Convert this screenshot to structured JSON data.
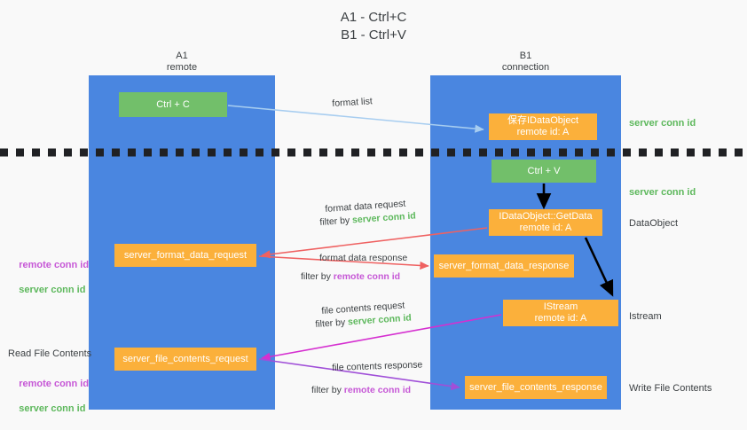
{
  "title": "A1 - Ctrl+C\nB1 - Ctrl+V",
  "columns": {
    "a1": {
      "name": "A1",
      "role": "remote",
      "header": "A1\nremote"
    },
    "b1": {
      "name": "B1",
      "role": "connection",
      "header": "B1\nconnection"
    }
  },
  "boxes": {
    "ctrl_c": {
      "label": "Ctrl + C",
      "color": "#72bf6a"
    },
    "ctrl_v": {
      "label": "Ctrl + V",
      "color": "#72bf6a"
    },
    "idataobject": {
      "label": "保存IDataObject\nremote id: A",
      "color": "#fbb03b"
    },
    "getdata": {
      "label": "IDataObject::GetData\nremote id: A",
      "color": "#fbb03b"
    },
    "istream": {
      "label": "IStream\nremote id: A",
      "color": "#fbb03b"
    },
    "server_format_data_request": {
      "label": "server_format_data_request",
      "color": "#fbb03b"
    },
    "server_format_data_response": {
      "label": "server_format_data_response",
      "color": "#fbb03b"
    },
    "server_file_contents_request": {
      "label": "server_file_contents_request",
      "color": "#fbb03b"
    },
    "server_file_contents_response": {
      "label": "server_file_contents_response",
      "color": "#fbb03b"
    }
  },
  "side_labels": {
    "server_conn_id_1": "server conn id",
    "server_conn_id_2": "server conn id",
    "dataobject": "DataObject",
    "istream": "Istream",
    "write_file_contents": "Write File Contents",
    "read_file_contents": "Read File Contents",
    "remote_conn_id": "remote conn id",
    "server_conn_id": "server conn id"
  },
  "captions": {
    "format_list": "format list",
    "format_data_request": "format data request",
    "format_data_request_filter_prefix": "filter by ",
    "format_data_request_filter_key": "server conn id",
    "format_data_response": "format data response",
    "format_data_response_filter_prefix": "filter by ",
    "format_data_response_filter_key": "remote conn id",
    "file_contents_request": "file contents request",
    "file_contents_request_filter_prefix": "filter by ",
    "file_contents_request_filter_key": "server conn id",
    "file_contents_response": "file contents response",
    "file_contents_response_filter_prefix": "filter by ",
    "file_contents_response_filter_key": "remote conn id"
  },
  "colors": {
    "lane": "#4a86e0",
    "green": "#72bf6a",
    "orange": "#fbb03b",
    "server_key": "#5db85c",
    "remote_key": "#c657d6",
    "arrow_lightblue": "#a7cdf0",
    "arrow_red": "#ef6161",
    "arrow_magenta": "#d52fd0",
    "arrow_purple": "#a04fd8",
    "arrow_black": "#000000",
    "background": "#f9f9f9"
  }
}
